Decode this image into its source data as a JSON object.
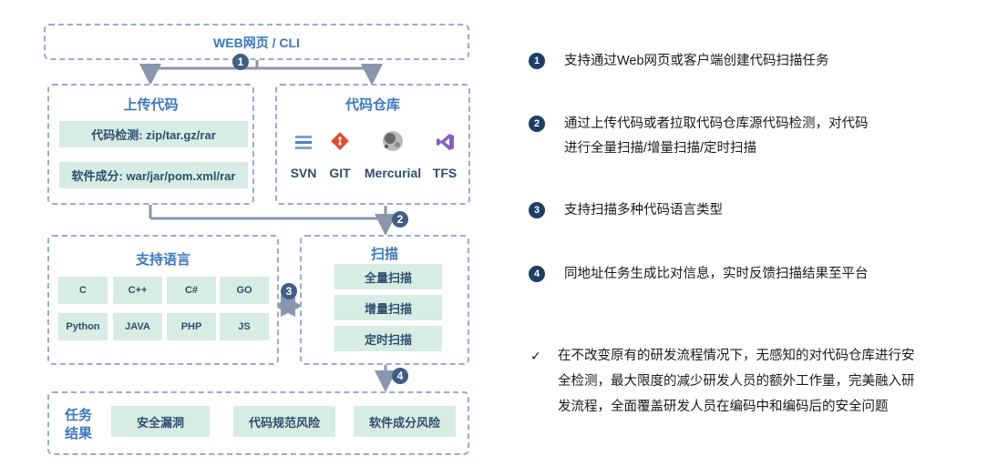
{
  "top_bar": {
    "label": "WEB网页 / CLI"
  },
  "upload": {
    "title": "上传代码",
    "items": [
      "代码检测: zip/tar.gz/rar",
      "软件成分: war/jar/pom.xml/rar"
    ]
  },
  "repo": {
    "title": "代码仓库",
    "items": [
      {
        "label": "SVN",
        "icon": "svn-icon"
      },
      {
        "label": "GIT",
        "icon": "git-icon"
      },
      {
        "label": "Mercurial",
        "icon": "mercurial-icon"
      },
      {
        "label": "TFS",
        "icon": "tfs-icon"
      }
    ]
  },
  "languages": {
    "title": "支持语言",
    "items": [
      "C",
      "C++",
      "C#",
      "GO",
      "Python",
      "JAVA",
      "PHP",
      "JS"
    ]
  },
  "scan": {
    "title": "扫描",
    "items": [
      "全量扫描",
      "增量扫描",
      "定时扫描"
    ]
  },
  "results": {
    "title_line1": "任务",
    "title_line2": "结果",
    "items": [
      "安全漏洞",
      "代码规范风险",
      "软件成分风险"
    ]
  },
  "markers": [
    "1",
    "2",
    "3",
    "4"
  ],
  "descriptions": [
    {
      "num": "1",
      "text": "支持通过Web网页或客户端创建代码扫描任务"
    },
    {
      "num": "2",
      "line1": "通过上传代码或者拉取代码仓库源代码检测，对代码",
      "line2": "进行全量扫描/增量扫描/定时扫描"
    },
    {
      "num": "3",
      "text": "支持扫描多种代码语言类型"
    },
    {
      "num": "4",
      "text": "同地址任务生成比对信息，实时反馈扫描结果至平台"
    }
  ],
  "summary": {
    "check": "✓",
    "line1": "在不改变原有的研发流程情况下，无感知的对代码仓库进行安",
    "line2": "全检测，最大限度的减少研发人员的额外工作量，完美融入研",
    "line3": "发流程，全面覆盖研发人员在编码中和编码后的安全问题"
  },
  "colors": {
    "accent": "#3a78c2",
    "chip": "#d7ece3",
    "border": "#9aaad0",
    "line": "#8a96ac"
  }
}
